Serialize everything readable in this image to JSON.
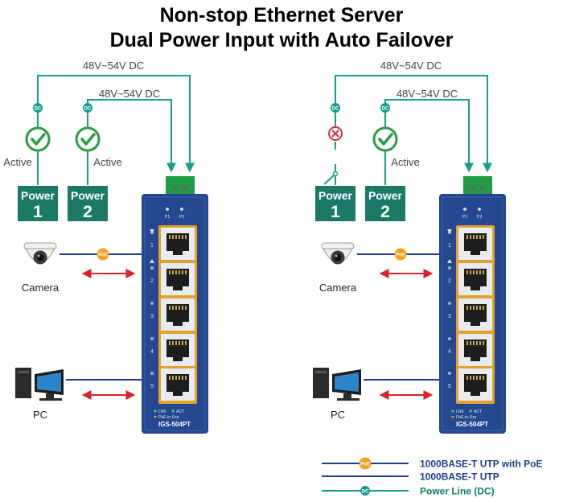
{
  "title": {
    "line1": "Non-stop Ethernet Server",
    "line2": "Dual Power Input with Auto Failover"
  },
  "colors": {
    "power_line": "#169e8c",
    "utp_line": "#1d3c8f",
    "power_box": "#1b7a67",
    "switch_body": "#24478f",
    "check_green": "#2a9a45",
    "fail_red": "#d0323c",
    "arrow_red": "#d8232a",
    "poe_orange": "#f3a21b"
  },
  "left_diagram": {
    "voltage_outer": "48V~54V DC",
    "voltage_inner": "48V~54V DC",
    "dc_badge": "DC",
    "power1": {
      "word": "Power",
      "num": "1",
      "status": "Active",
      "state": "ok"
    },
    "power2": {
      "word": "Power",
      "num": "2",
      "status": "Active",
      "state": "ok"
    },
    "camera_label": "Camera",
    "pc_label": "PC",
    "poe_badge": "PoE"
  },
  "right_diagram": {
    "voltage_outer": "48V~54V DC",
    "voltage_inner": "48V~54V DC",
    "dc_badge": "DC",
    "power1": {
      "word": "Power",
      "num": "1",
      "state": "failed"
    },
    "power2": {
      "word": "Power",
      "num": "2",
      "status": "Active",
      "state": "ok"
    },
    "camera_label": "Camera",
    "pc_label": "PC",
    "poe_badge": "PoE"
  },
  "switch": {
    "model": "IGS-504PT",
    "p1": "P1",
    "p2": "P2",
    "ports": [
      "1",
      "2",
      "3",
      "4",
      "5"
    ],
    "led_lnk": "LNK",
    "led_act": "ACT",
    "led_poe": "PoE-in-Use"
  },
  "legend": [
    {
      "label": "1000BASE-T UTP with PoE",
      "badge": "PoE",
      "kind": "poe"
    },
    {
      "label": "1000BASE-T UTP",
      "badge": "",
      "kind": "utp"
    },
    {
      "label": "Power Line (DC)",
      "badge": "DC",
      "kind": "dc"
    }
  ]
}
